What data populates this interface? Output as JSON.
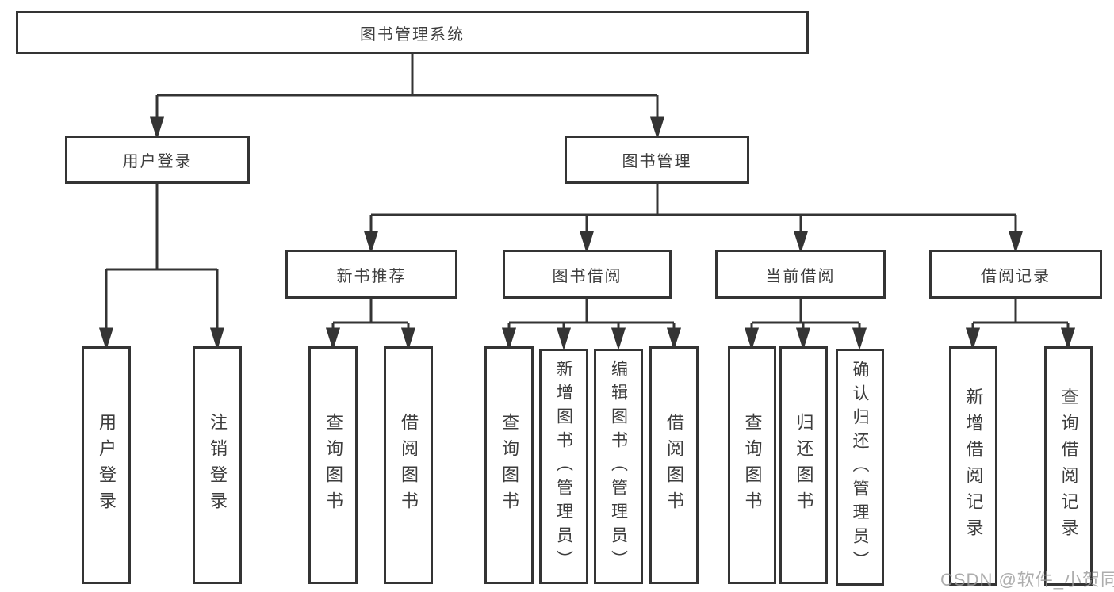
{
  "tree": {
    "root": {
      "label": "图书管理系统"
    },
    "branches": [
      {
        "label": "用户登录",
        "leaves": [
          "用户登录",
          "注销登录"
        ]
      },
      {
        "label": "图书管理",
        "groups": [
          {
            "label": "新书推荐",
            "leaves": [
              "查询图书",
              "借阅图书"
            ]
          },
          {
            "label": "图书借阅",
            "leaves": [
              "查询图书",
              "新增图书（管理员）",
              "编辑图书（管理员）",
              "借阅图书"
            ]
          },
          {
            "label": "当前借阅",
            "leaves": [
              "查询图书",
              "归还图书",
              "确认归还（管理员）"
            ]
          },
          {
            "label": "借阅记录",
            "leaves": [
              "新增借阅记录",
              "查询借阅记录"
            ]
          }
        ]
      }
    ]
  },
  "watermark": {
    "text": "CSDN @软件_小贺同学"
  },
  "colors": {
    "line": "#343434",
    "text": "#3d3d3d",
    "background": "#ffffff",
    "watermark": "#989898"
  }
}
